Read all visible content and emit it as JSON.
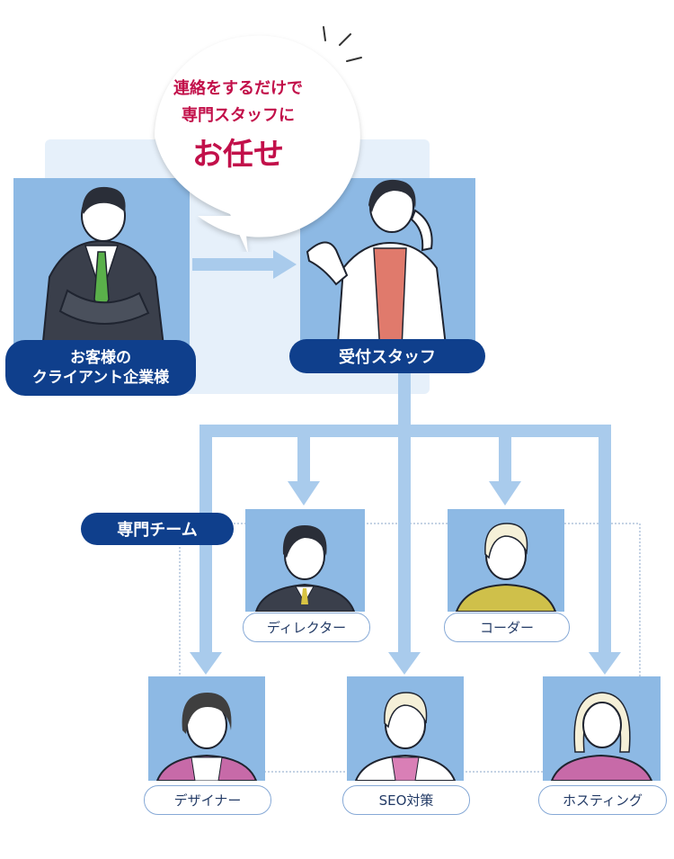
{
  "bubble": {
    "line1": "連絡をするだけで",
    "line2": "専門スタッフに",
    "line3": "お任せ"
  },
  "client": {
    "label_line1": "お客様の",
    "label_line2": "クライアント企業様"
  },
  "reception": {
    "label": "受付スタッフ"
  },
  "team": {
    "label": "専門チーム",
    "members": [
      {
        "label": "ディレクター"
      },
      {
        "label": "コーダー"
      },
      {
        "label": "デザイナー"
      },
      {
        "label": "SEO対策"
      },
      {
        "label": "ホスティング"
      }
    ]
  },
  "colors": {
    "navy": "#0f3f8c",
    "accent_red": "#c2104a",
    "photo_blue": "#8db9e4",
    "arrow_blue": "#a9cbec"
  }
}
